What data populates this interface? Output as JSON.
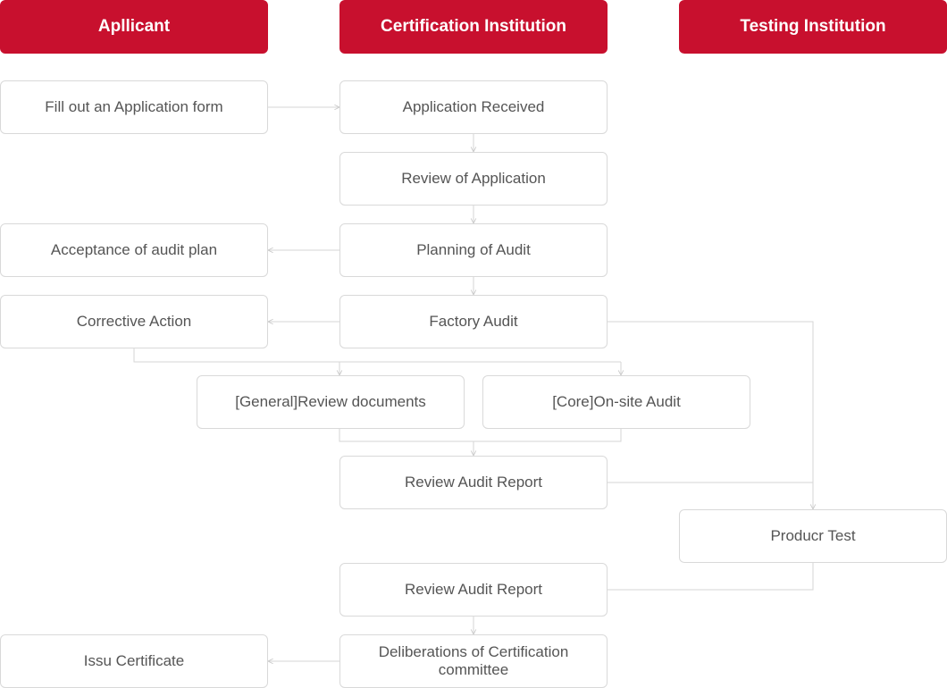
{
  "headers": {
    "applicant": "Apllicant",
    "certification": "Certification Institution",
    "testing": "Testing Institution"
  },
  "steps": {
    "fill_application": "Fill out an Application form",
    "application_received": "Application Received",
    "review_application": "Review of Application",
    "acceptance_audit_plan": "Acceptance of audit plan",
    "planning_audit": "Planning of Audit",
    "corrective_action": "Corrective Action",
    "factory_audit": "Factory Audit",
    "general_review_documents": "[General]Review documents",
    "core_onsite_audit": "[Core]On-site Audit",
    "review_audit_report_1": "Review Audit Report",
    "product_test": "Producr Test",
    "review_audit_report_2": "Review Audit Report",
    "deliberations": "Deliberations of Certification committee",
    "issue_certificate": "Issu Certificate"
  },
  "colors": {
    "header_bg": "#c8102e",
    "header_text": "#ffffff",
    "box_border": "#d9d9d9",
    "box_text": "#555555",
    "connector": "#d6d6d6"
  }
}
